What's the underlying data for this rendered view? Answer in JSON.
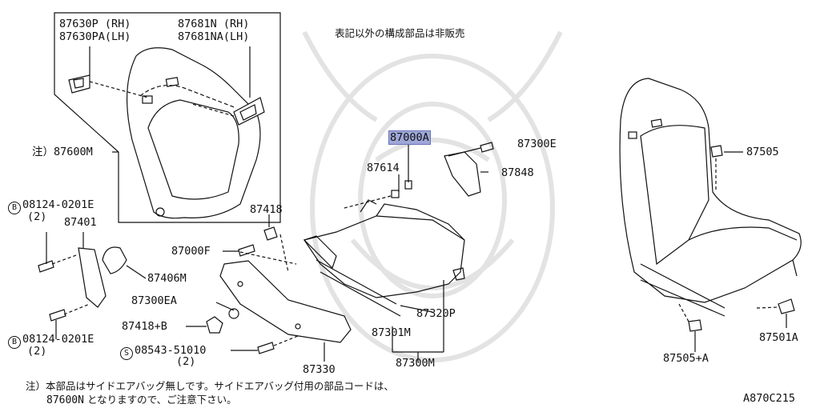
{
  "header_note": "表記以外の構成部品は非販売",
  "diagram_code": "A870C215",
  "footnote": {
    "line1": "注）本部品はサイドエアバッグ無しです。サイドエアバッグ付用の部品コードは、",
    "line2_code": "87600N",
    "line2_text": " となりますので、ご注意下さい。"
  },
  "labels": {
    "p87630P": "87630P (RH)",
    "p87630PA": "87630PA(LH)",
    "p87681N": "87681N (RH)",
    "p87681NA": "87681NA(LH)",
    "p87600M": "注）87600M",
    "bolt1_code": "08124-0201E",
    "bolt1_prefix": "B",
    "bolt1_qty": "(2)",
    "p87401": "87401",
    "p87406M": "87406M",
    "bolt2_code": "08124-0201E",
    "bolt2_prefix": "B",
    "bolt2_qty": "(2)",
    "p87300EA": "87300EA",
    "p87418B": "87418+B",
    "screw_code": "08543-51010",
    "screw_prefix": "S",
    "screw_qty": "(2)",
    "p87330": "87330",
    "p87000F": "87000F",
    "p87418": "87418",
    "p87614": "87614",
    "p87000A": "87000A",
    "p87300E": "87300E",
    "p87848": "87848",
    "p87320P": "87320P",
    "p87301M": "87301M",
    "p87300M": "87300M",
    "p87505": "87505",
    "p87501A": "87501A",
    "p87505A": "87505+A"
  },
  "colors": {
    "highlight": "#9ea7d8",
    "line": "#111111",
    "watermark": "#e3e3e3"
  }
}
